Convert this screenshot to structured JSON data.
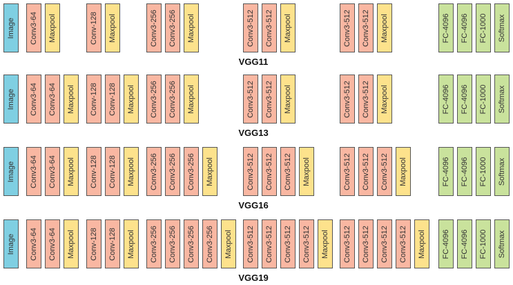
{
  "colors": {
    "image": "#7fcfe2",
    "conv": "#f9b7a2",
    "maxpool": "#fde28c",
    "fc": "#c9e29c"
  },
  "image_label": "Image",
  "fc_layers": [
    "FC-4096",
    "FC-4096",
    "FC-1000",
    "Softmax"
  ],
  "networks": [
    {
      "name": "VGG11",
      "groups": [
        [
          "Conv3-64",
          "Maxpool"
        ],
        [
          "Conv-128",
          "Maxpool"
        ],
        [
          "Conv3-256",
          "Conv3-256",
          "Maxpool"
        ],
        [
          "Conv3-512",
          "Conv3-512",
          "Maxpool"
        ],
        [
          "Conv3-512",
          "Conv3-512",
          "Maxpool"
        ]
      ]
    },
    {
      "name": "VGG13",
      "groups": [
        [
          "Conv3-64",
          "Conv3-64",
          "Maxpool"
        ],
        [
          "Conv-128",
          "Conv-128",
          "Maxpool"
        ],
        [
          "Conv3-256",
          "Conv3-256",
          "Maxpool"
        ],
        [
          "Conv3-512",
          "Conv3-512",
          "Maxpool"
        ],
        [
          "Conv3-512",
          "Conv3-512",
          "Maxpool"
        ]
      ]
    },
    {
      "name": "VGG16",
      "groups": [
        [
          "Conv3-64",
          "Conv3-64",
          "Maxpool"
        ],
        [
          "Conv-128",
          "Conv-128",
          "Maxpool"
        ],
        [
          "Conv3-256",
          "Conv3-256",
          "Conv3-256",
          "Maxpool"
        ],
        [
          "Conv3-512",
          "Conv3-512",
          "Conv3-512",
          "Maxpool"
        ],
        [
          "Conv3-512",
          "Conv3-512",
          "Conv3-512",
          "Maxpool"
        ]
      ]
    },
    {
      "name": "VGG19",
      "groups": [
        [
          "Conv3-64",
          "Conv3-64",
          "Maxpool"
        ],
        [
          "Conv-128",
          "Conv-128",
          "Maxpool"
        ],
        [
          "Conv3-256",
          "Conv3-256",
          "Conv3-256",
          "Conv3-256",
          "Maxpool"
        ],
        [
          "Conv3-512",
          "Conv3-512",
          "Conv3-512",
          "Conv3-512",
          "Maxpool"
        ],
        [
          "Conv3-512",
          "Conv3-512",
          "Conv3-512",
          "Conv3-512",
          "Maxpool"
        ]
      ]
    }
  ]
}
